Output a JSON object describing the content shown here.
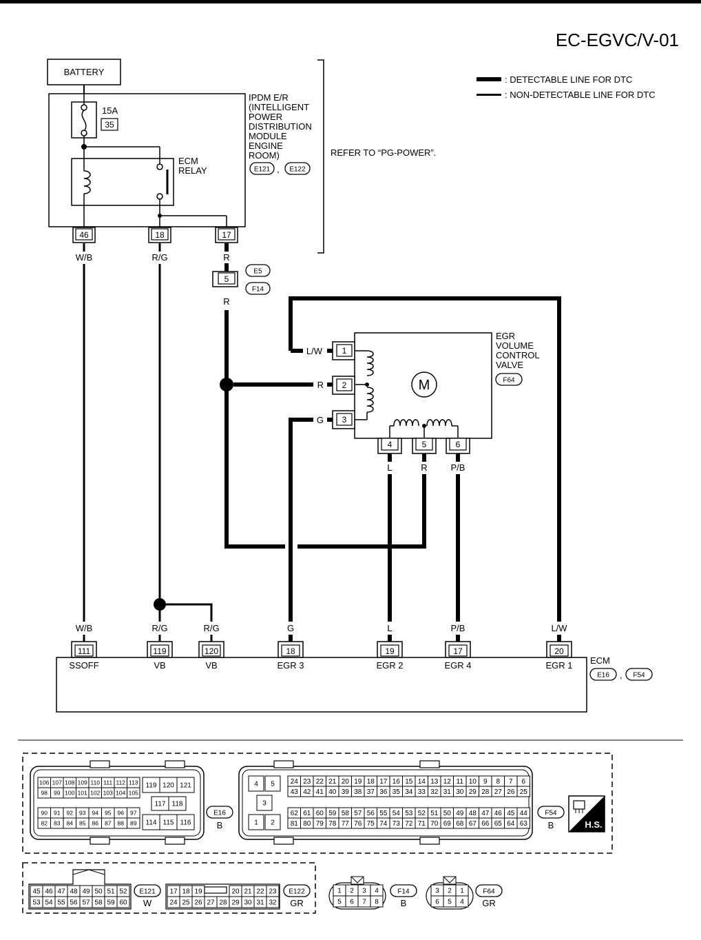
{
  "page_code": "EC-EGVC/V-01",
  "legend": {
    "detectable": ": DETECTABLE LINE FOR DTC",
    "non_detectable": ": NON-DETECTABLE LINE FOR DTC"
  },
  "battery": "BATTERY",
  "fuse": {
    "rating": "15A",
    "number": "35"
  },
  "ipdm": {
    "lines": [
      "IPDM E/R",
      "(INTELLIGENT",
      "POWER",
      "DISTRIBUTION",
      "MODULE",
      "ENGINE",
      "ROOM)"
    ],
    "conn_a": "E121",
    "conn_b": "E122",
    "sep": ","
  },
  "refer": "REFER TO “PG-POWER”.",
  "ecm_relay": [
    "ECM",
    "RELAY"
  ],
  "ipdm_pins": [
    {
      "num": "46",
      "wire": "W/B"
    },
    {
      "num": "18",
      "wire": "R/G"
    },
    {
      "num": "17",
      "wire": "R"
    }
  ],
  "joint": {
    "conn_top": "E5",
    "conn_bottom": "F14",
    "pin": "5",
    "wire_below": "R"
  },
  "egr_valve": {
    "lines": [
      "EGR",
      "VOLUME",
      "CONTROL",
      "VALVE"
    ],
    "conn": "F64",
    "motor": "M",
    "left_pins": [
      {
        "num": "1",
        "wire": "L/W"
      },
      {
        "num": "2",
        "wire": "R"
      },
      {
        "num": "3",
        "wire": "G"
      }
    ],
    "bottom_pins": [
      {
        "num": "4",
        "wire": "L"
      },
      {
        "num": "5",
        "wire": "R"
      },
      {
        "num": "6",
        "wire": "P/B"
      }
    ]
  },
  "ecm": {
    "label": "ECM",
    "conn_a": "E16",
    "conn_b": "F54",
    "sep": ",",
    "pins": [
      {
        "wire": "W/B",
        "num": "111",
        "name": "SSOFF"
      },
      {
        "wire": "R/G",
        "num": "119",
        "name": "VB"
      },
      {
        "wire": "R/G",
        "num": "120",
        "name": "VB"
      },
      {
        "wire": "G",
        "num": "18",
        "name": "EGR 3"
      },
      {
        "wire": "L",
        "num": "19",
        "name": "EGR 2"
      },
      {
        "wire": "P/B",
        "num": "17",
        "name": "EGR 4"
      },
      {
        "wire": "L/W",
        "num": "20",
        "name": "EGR 1"
      }
    ]
  },
  "connectors": {
    "e16": {
      "id": "E16",
      "color": "B",
      "rowA1": [
        "106",
        "107",
        "108",
        "109",
        "110",
        "111",
        "112",
        "113"
      ],
      "rowA2": [
        "98",
        "99",
        "100",
        "101",
        "102",
        "103",
        "104",
        "105"
      ],
      "rowB1": [
        "90",
        "91",
        "92",
        "93",
        "94",
        "95",
        "96",
        "97"
      ],
      "rowB2": [
        "82",
        "83",
        "84",
        "85",
        "86",
        "87",
        "88",
        "89"
      ],
      "side_top": [
        "119",
        "120",
        "121"
      ],
      "side_mid": [
        "117",
        "118"
      ],
      "side_bot": [
        "114",
        "115",
        "116"
      ]
    },
    "f54": {
      "id": "F54",
      "color": "B",
      "left": [
        "4",
        "5",
        "3",
        "1",
        "2"
      ],
      "row1": [
        "24",
        "23",
        "22",
        "21",
        "20",
        "19",
        "18",
        "17",
        "16",
        "15",
        "14",
        "13",
        "12",
        "11",
        "10",
        "9",
        "8",
        "7",
        "6"
      ],
      "row2": [
        "43",
        "42",
        "41",
        "40",
        "39",
        "38",
        "37",
        "36",
        "35",
        "34",
        "33",
        "32",
        "31",
        "30",
        "29",
        "28",
        "27",
        "26",
        "25"
      ],
      "row3": [
        "62",
        "61",
        "60",
        "59",
        "58",
        "57",
        "56",
        "55",
        "54",
        "53",
        "52",
        "51",
        "50",
        "49",
        "48",
        "47",
        "46",
        "45",
        "44"
      ],
      "row4": [
        "81",
        "80",
        "79",
        "78",
        "77",
        "76",
        "75",
        "74",
        "73",
        "72",
        "71",
        "70",
        "69",
        "68",
        "67",
        "66",
        "65",
        "64",
        "63"
      ]
    },
    "hs_label": "H.S.",
    "e121": {
      "id": "E121",
      "color": "W",
      "row1": [
        "45",
        "46",
        "47",
        "48",
        "49",
        "50",
        "51",
        "52"
      ],
      "row2": [
        "53",
        "54",
        "55",
        "56",
        "57",
        "58",
        "59",
        "60"
      ]
    },
    "e122": {
      "id": "E122",
      "color": "GR",
      "row1a": [
        "17",
        "18",
        "19"
      ],
      "row1b": [
        "20",
        "21",
        "22",
        "23"
      ],
      "row2": [
        "24",
        "25",
        "26",
        "27",
        "28",
        "29",
        "30",
        "31",
        "32"
      ]
    },
    "f14": {
      "id": "F14",
      "color": "B",
      "row1": [
        "1",
        "2",
        "3",
        "4"
      ],
      "row2": [
        "5",
        "6",
        "7",
        "8"
      ]
    },
    "f64": {
      "id": "F64",
      "color": "GR",
      "row1": [
        "3",
        "2",
        "1"
      ],
      "row2": [
        "6",
        "5",
        "4"
      ]
    }
  }
}
